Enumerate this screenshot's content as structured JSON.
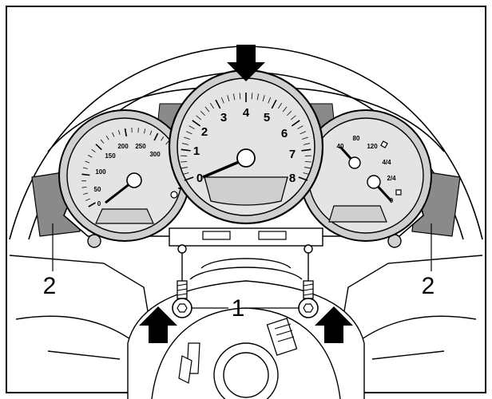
{
  "callouts": {
    "screws": "1",
    "left_side": "2",
    "right_side": "2"
  },
  "speedometer": {
    "marks": [
      "0",
      "50",
      "100",
      "150",
      "200",
      "250",
      "300"
    ]
  },
  "tachometer": {
    "marks": [
      "0",
      "1",
      "2",
      "3",
      "4",
      "5",
      "6",
      "7",
      "8"
    ]
  },
  "fuel_gauge": {
    "marks": [
      "0",
      "2/4",
      "4/4"
    ]
  },
  "temp_gauge": {
    "marks": [
      "40",
      "80",
      "120"
    ]
  },
  "colors": {
    "line": "#000000",
    "shade": "#8a8a8a",
    "face": "#e4e4e4",
    "bezel": "#cfcfcf",
    "paper": "#ffffff"
  }
}
